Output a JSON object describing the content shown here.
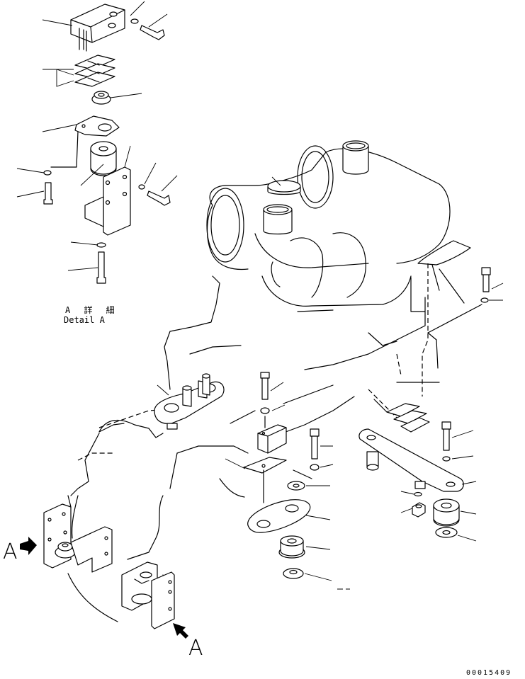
{
  "detail_label": {
    "japanese": "A 詳 細",
    "english": "Detail A"
  },
  "view_markers": {
    "left": "A",
    "bottom": "A"
  },
  "drawing_number": "00015409"
}
